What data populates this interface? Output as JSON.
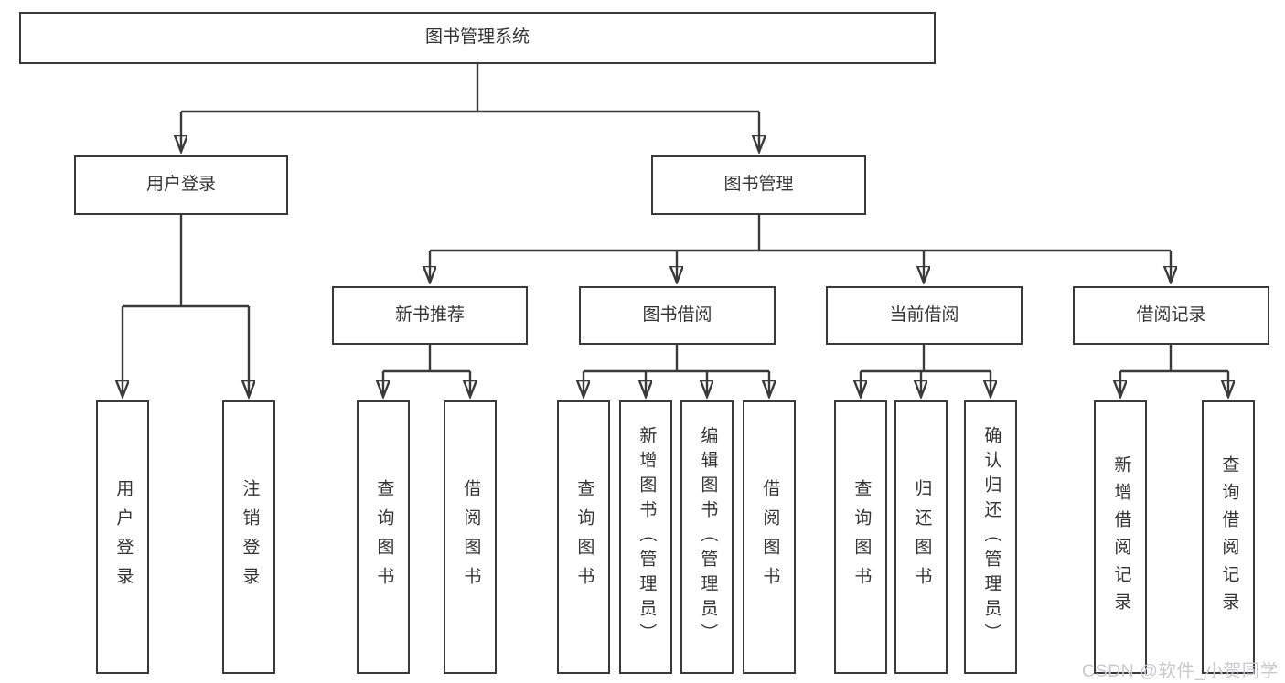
{
  "diagram": {
    "root": "图书管理系统",
    "user_login": {
      "label": "用户登录",
      "children": [
        "用户登录",
        "注销登录"
      ]
    },
    "book_mgmt": {
      "label": "图书管理",
      "new_book": {
        "label": "新书推荐",
        "children": [
          "查询图书",
          "借阅图书"
        ]
      },
      "borrowing": {
        "label": "图书借阅",
        "children": [
          "查询图书",
          "新增图书（管理员）",
          "编辑图书（管理员）",
          "借阅图书"
        ]
      },
      "current": {
        "label": "当前借阅",
        "children": [
          "查询图书",
          "归还图书",
          "确认归还（管理员）"
        ]
      },
      "records": {
        "label": "借阅记录",
        "children": [
          "新增借阅记录",
          "查询借阅记录"
        ]
      }
    }
  },
  "watermark": "CSDN @软件_小贺同学",
  "colors": {
    "line": "#3a3a3a",
    "text": "#333333",
    "watermark": "#c9c9ce",
    "box_background": "#ffffff"
  }
}
